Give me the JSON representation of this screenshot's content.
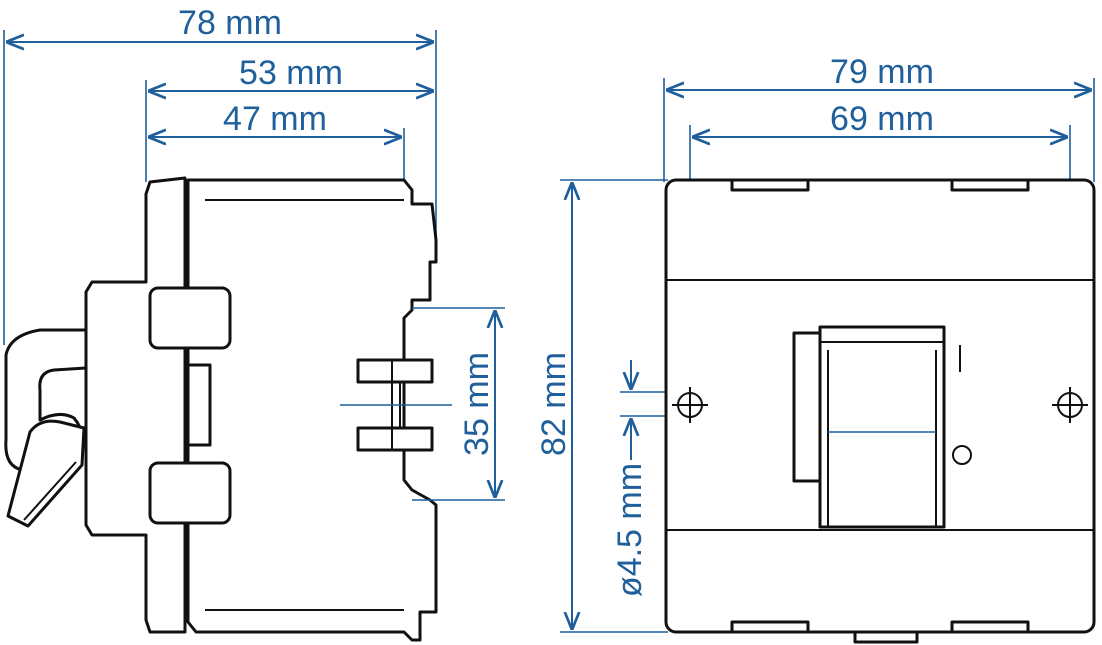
{
  "dimensions": {
    "side_total_width": "78 mm",
    "side_body_width": "53 mm",
    "side_rear_width": "47 mm",
    "din_rail_height": "35 mm",
    "front_total_width": "79 mm",
    "front_hole_spacing": "69 mm",
    "front_height": "82 mm",
    "hole_diameter": "ø4.5 mm"
  },
  "colors": {
    "dimension": "#1f5f9b",
    "outline": "#111111"
  }
}
